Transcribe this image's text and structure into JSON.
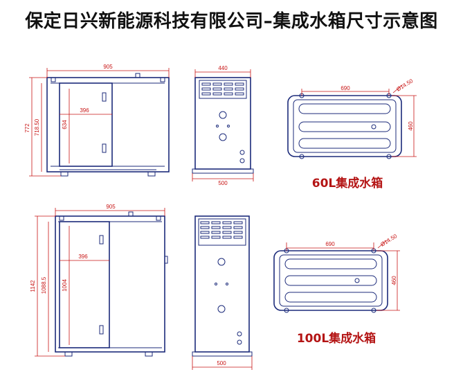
{
  "title": "保定日兴新能源科技有限公司–集成水箱尺寸示意图",
  "tanks": [
    {
      "label": "60L集成水箱",
      "front": {
        "width": "905",
        "height": "772",
        "inner_height": "718.50",
        "door_width": "396",
        "door_height": "634"
      },
      "side": {
        "top_width": "440",
        "base_width": "500"
      },
      "top": {
        "hole_spacing": "690",
        "depth": "460",
        "hole_dia": "Ø14.50"
      }
    },
    {
      "label": "100L集成水箱",
      "front": {
        "width": "905",
        "height": "1142",
        "inner_height": "1088.5",
        "door_width": "396",
        "door_height": "1004"
      },
      "side": {
        "base_width": "500"
      },
      "top": {
        "hole_spacing": "690",
        "depth": "460",
        "hole_dia": "Ø14.50"
      }
    }
  ],
  "colors": {
    "outline": "#1b2a7a",
    "dimension": "#c81414",
    "label": "#b41414"
  }
}
